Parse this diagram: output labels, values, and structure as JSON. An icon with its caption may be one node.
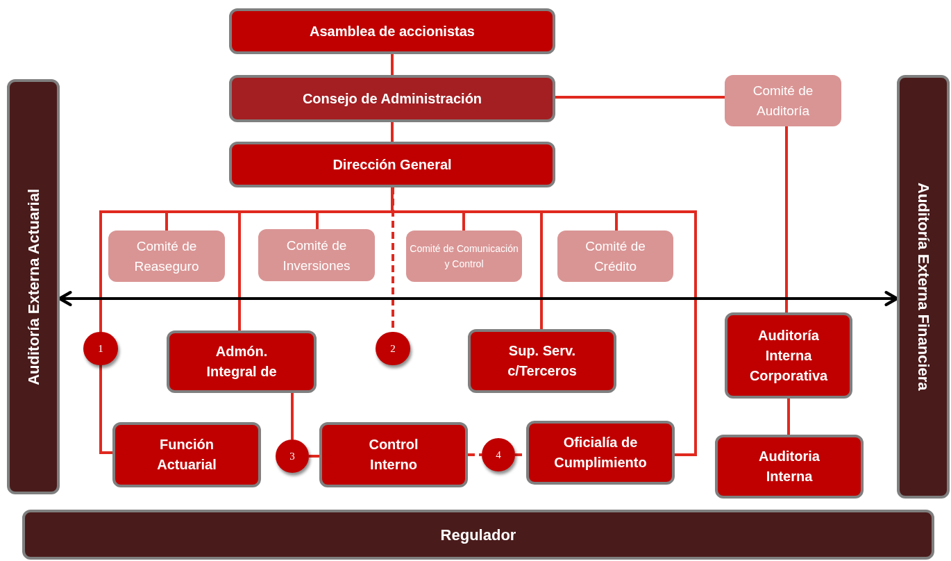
{
  "diagram": {
    "nodes": [
      {
        "text": [
          "Asamblea de accionistas"
        ]
      },
      {
        "text": [
          "Consejo de Administración"
        ]
      },
      {
        "text": [
          "Comité de Auditoría"
        ]
      },
      {
        "text": [
          "Dirección General"
        ]
      },
      {
        "text": [
          "Comité de Reaseguro"
        ]
      },
      {
        "text": [
          "Comité de Inversiones"
        ]
      },
      {
        "text": [
          "Comité de Comunicación y Control"
        ]
      },
      {
        "text": [
          "Comité de Crédito"
        ]
      },
      {
        "text": [
          "1"
        ]
      },
      {
        "text": [
          "Admón. Integral de"
        ]
      },
      {
        "text": [
          "2"
        ]
      },
      {
        "text": [
          "Sup. Serv. c/Terceros"
        ]
      },
      {
        "text": [
          "Auditoría Interna Corporativa"
        ]
      },
      {
        "text": [
          "Función Actuarial"
        ]
      },
      {
        "text": [
          "3"
        ]
      },
      {
        "text": [
          "Control Interno"
        ]
      },
      {
        "text": [
          "4"
        ]
      },
      {
        "text": [
          "Oficialía de Cumplimiento"
        ]
      },
      {
        "text": [
          "Auditoria Interna"
        ]
      },
      {
        "text": [
          "Auditoría Externa Actuarial"
        ]
      },
      {
        "text": [
          "Auditoría Externa Financiera"
        ]
      },
      {
        "text": [
          "Regulador"
        ]
      }
    ],
    "edges": [
      {
        "from": 0,
        "to": 1,
        "arrow": "none"
      },
      {
        "from": 1,
        "to": 3,
        "arrow": "none"
      },
      {
        "from": 1,
        "to": 2,
        "arrow": "none"
      },
      {
        "from": 3,
        "to": 4,
        "arrow": "none"
      },
      {
        "from": 3,
        "to": 8,
        "arrow": "none"
      },
      {
        "from": 3,
        "to": 9,
        "arrow": "none"
      },
      {
        "from": 3,
        "to": 5,
        "arrow": "none"
      },
      {
        "from": 3,
        "to": 10,
        "arrow": "none",
        "style": "dashed"
      },
      {
        "from": 3,
        "to": 6,
        "arrow": "none"
      },
      {
        "from": 3,
        "to": 11,
        "arrow": "none"
      },
      {
        "from": 3,
        "to": 7,
        "arrow": "none"
      },
      {
        "from": 3,
        "to": 17,
        "arrow": "none"
      },
      {
        "from": 8,
        "to": 13,
        "arrow": "none"
      },
      {
        "from": 9,
        "to": 14,
        "arrow": "none"
      },
      {
        "from": 14,
        "to": 15,
        "arrow": "none"
      },
      {
        "from": 15,
        "to": 16,
        "arrow": "none",
        "style": "dashed"
      },
      {
        "from": 16,
        "to": 17,
        "arrow": "none",
        "style": "dashed"
      },
      {
        "from": 2,
        "to": 12,
        "arrow": "none"
      },
      {
        "from": 12,
        "to": 18,
        "arrow": "none"
      },
      {
        "from": 19,
        "to": 20,
        "arrow": "both",
        "color": "#000000"
      }
    ]
  }
}
